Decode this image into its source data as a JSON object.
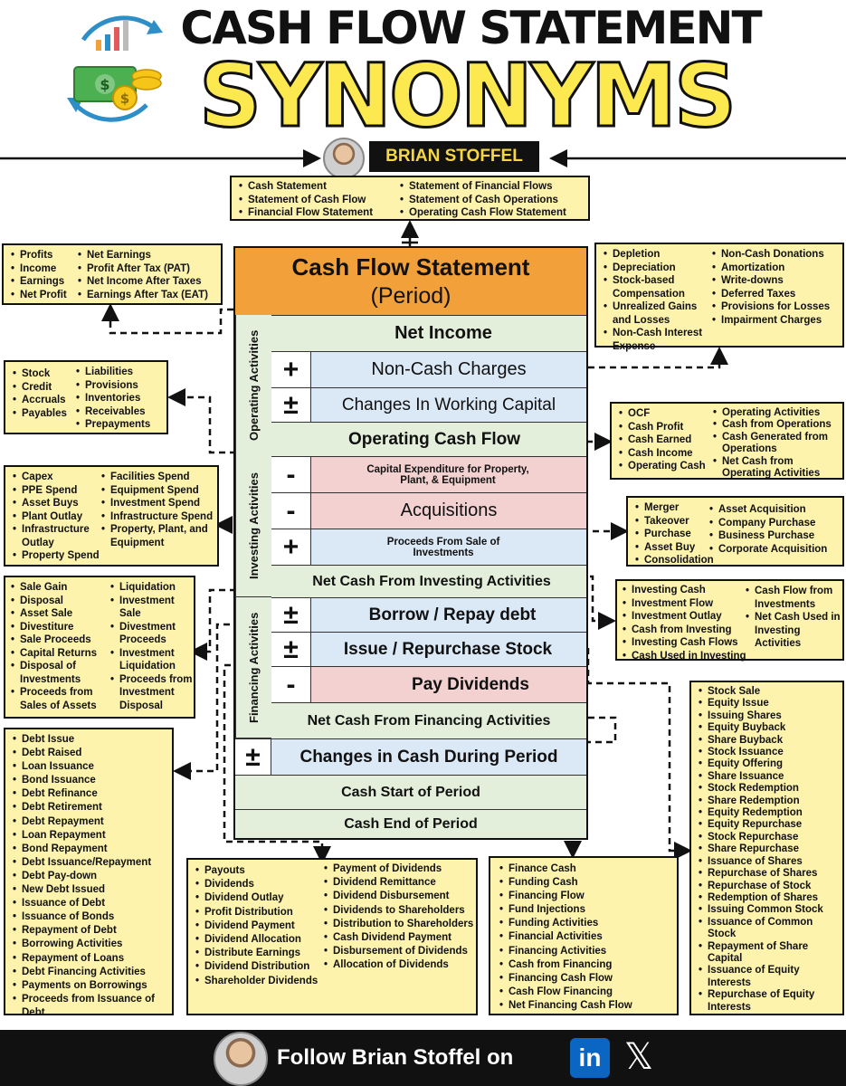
{
  "header": {
    "title_line1": "CASH FLOW STATEMENT",
    "title_line2": "SYNONYMS",
    "author": "BRIAN STOFFEL"
  },
  "statement_synonyms": {
    "left": [
      "Cash Statement",
      "Statement of Cash Flow",
      "Financial Flow Statement"
    ],
    "right": [
      "Statement of Financial Flows",
      "Statement of Cash Operations",
      "Operating Cash Flow Statement"
    ]
  },
  "statement": {
    "title": "Cash Flow Statement",
    "subtitle": "(Period)",
    "sections": {
      "operating": "Operating Activities",
      "investing": "Investing Activities",
      "financing": "Financing Activities"
    },
    "rows": {
      "net_income": "Net Income",
      "non_cash": "Non-Cash Charges",
      "working_capital": "Changes In Working Capital",
      "operating_cash_flow": "Operating Cash Flow",
      "capex": "Capital Expenditure for Property, Plant, & Equipment",
      "acquisitions": "Acquisitions",
      "proceeds": "Proceeds From Sale of Investments",
      "net_investing": "Net Cash From Investing Activities",
      "borrow": "Borrow / Repay debt",
      "issue": "Issue / Repurchase Stock",
      "dividends": "Pay Dividends",
      "net_financing": "Net Cash From Financing Activities",
      "change_cash": "Changes in Cash During Period",
      "cash_start": "Cash Start of Period",
      "cash_end": "Cash End of Period"
    },
    "signs": {
      "plus": "+",
      "minus": "-",
      "plus_minus": "±"
    }
  },
  "net_income_synonyms": {
    "col1": [
      "Profits",
      "Income",
      "Earnings",
      "Net Profit"
    ],
    "col2": [
      "Net Earnings",
      "Profit After Tax (PAT)",
      "Net Income After Taxes",
      "Earnings After Tax (EAT)"
    ]
  },
  "non_cash_synonyms": {
    "col1": [
      "Depletion",
      "Depreciation",
      "Stock-based Compensation",
      "Unrealized Gains and Losses",
      "Non-Cash Interest Expense"
    ],
    "col2": [
      "Non-Cash Donations",
      "Amortization",
      "Write-downs",
      "Deferred Taxes",
      "Provisions for Losses",
      "Impairment Charges"
    ]
  },
  "working_capital_synonyms": {
    "col1": [
      "Stock",
      "Credit",
      "Accruals",
      "Payables"
    ],
    "col2": [
      "Liabilities",
      "Provisions",
      "Inventories",
      "Receivables",
      "Prepayments"
    ]
  },
  "ocf_synonyms": {
    "col1": [
      "OCF",
      "Cash Profit",
      "Cash Earned",
      "Cash Income",
      "Operating Cash"
    ],
    "col2": [
      "Operating Activities",
      "Cash from Operations",
      "Cash Generated from Operations",
      "Net Cash from Operating Activities"
    ]
  },
  "capex_synonyms": {
    "col1": [
      "Capex",
      "PPE Spend",
      "Asset Buys",
      "Plant Outlay",
      "Infrastructure Outlay",
      "Property Spend"
    ],
    "col2": [
      "Facilities Spend",
      "Equipment Spend",
      "Investment Spend",
      "Infrastructure Spend",
      "Property, Plant, and Equipment"
    ]
  },
  "acquisition_synonyms": {
    "col1": [
      "Merger",
      "Takeover",
      "Purchase",
      "Asset Buy",
      "Consolidation"
    ],
    "col2": [
      "Asset Acquisition",
      "Company Purchase",
      "Business Purchase",
      "Corporate Acquisition"
    ]
  },
  "proceeds_synonyms": {
    "col1": [
      "Sale Gain",
      "Disposal",
      "Asset Sale",
      "Divestiture",
      "Sale Proceeds",
      "Capital Returns",
      "Disposal of Investments",
      "Proceeds from Sales of Assets"
    ],
    "col2": [
      "Liquidation",
      "Investment Sale",
      "Divestment Proceeds",
      "Investment Liquidation",
      "Proceeds from Investment Disposal"
    ]
  },
  "investing_synonyms": {
    "col1": [
      "Investing Cash",
      "Investment Flow",
      "Investment Outlay",
      "Cash from Investing",
      "Investing Cash Flows",
      "Cash Used in Investing"
    ],
    "col2": [
      "Cash Flow from Investments",
      "Net Cash Used in Investing Activities"
    ]
  },
  "debt_synonyms": [
    "Debt Issue",
    "Debt Raised",
    "Loan Issuance",
    "Bond Issuance",
    "Debt Refinance",
    "Debt Retirement",
    "Debt Repayment",
    "Loan Repayment",
    "Bond Repayment",
    "Debt Issuance/Repayment",
    "Debt Pay-down",
    "New Debt Issued",
    "Issuance of Debt",
    "Issuance of Bonds",
    "Repayment of Debt",
    "Borrowing Activities",
    "Repayment of Loans",
    "Debt Financing Activities",
    "Payments on Borrowings",
    "Proceeds from Issuance of Debt"
  ],
  "dividend_synonyms": {
    "col1": [
      "Payouts",
      "Dividends",
      "Dividend Outlay",
      "Profit Distribution",
      "Dividend Payment",
      "Dividend Allocation",
      "Distribute Earnings",
      "Dividend Distribution",
      "Shareholder Dividends"
    ],
    "col2": [
      "Payment of Dividends",
      "Dividend Remittance",
      "Dividend Disbursement",
      "Dividends to Shareholders",
      "Distribution to Shareholders",
      "Cash Dividend Payment",
      "Disbursement of Dividends",
      "Allocation of Dividends"
    ]
  },
  "financing_synonyms": [
    "Finance Cash",
    "Funding Cash",
    "Financing Flow",
    "Fund Injections",
    "Funding Activities",
    "Financial Activities",
    "Financing Activities",
    "Cash from Financing",
    "Financing Cash Flow",
    "Cash Flow Financing",
    "Net Financing Cash Flow"
  ],
  "stock_synonyms": [
    "Stock Sale",
    "Equity Issue",
    "Issuing Shares",
    "Equity Buyback",
    "Share Buyback",
    "Stock Issuance",
    "Equity Offering",
    "Share Issuance",
    "Stock Redemption",
    "Share Redemption",
    "Equity Redemption",
    "Equity Repurchase",
    "Stock Repurchase",
    "Share Repurchase",
    "Issuance of Shares",
    "Repurchase of Shares",
    "Repurchase of Stock",
    "Redemption of Shares",
    "Issuing Common Stock",
    "Issuance of Common Stock",
    "Repayment of Share Capital",
    "Issuance of Equity Interests",
    "Repurchase of Equity Interests"
  ],
  "footer": {
    "text": "Follow Brian Stoffel on",
    "linkedin": "in",
    "x": "𝕏"
  },
  "colors": {
    "header_orange": "#f2a03a",
    "operating_green": "#e3efdb",
    "noncash_blue": "#dbe8f6",
    "investing_pink": "#f3d1d1",
    "box_yellow": "#fdf3ad",
    "badge_gold": "#f5d742"
  },
  "icons": [
    "cash-cycle-logo-icon",
    "linkedin-icon",
    "x-logo-icon"
  ]
}
